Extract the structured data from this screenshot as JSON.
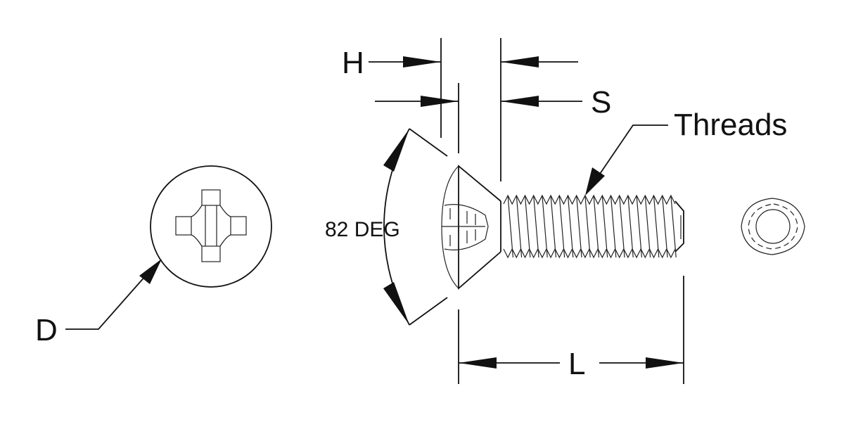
{
  "labels": {
    "head_height": "H",
    "shoulder": "S",
    "threads": "Threads",
    "angle": "82 DEG",
    "diameter": "D",
    "length": "L"
  }
}
